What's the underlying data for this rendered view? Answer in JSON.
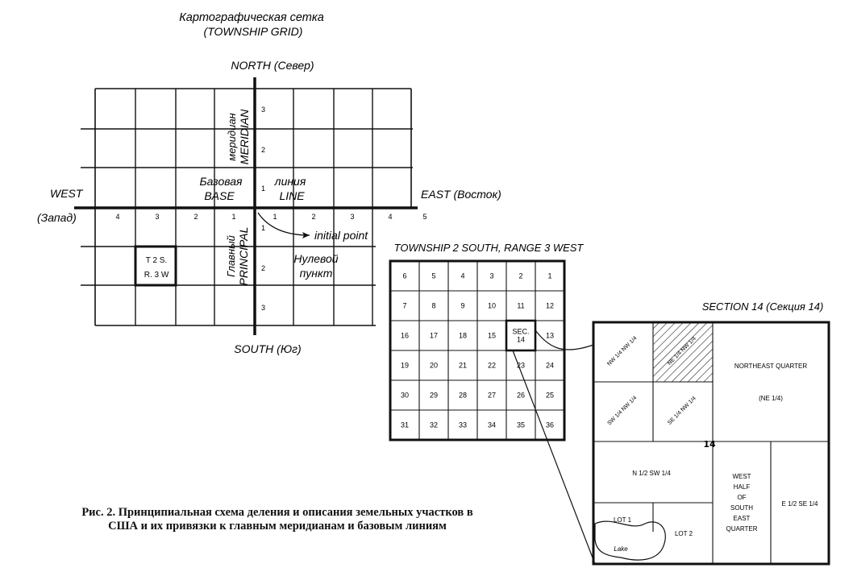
{
  "title": {
    "ru": "Картографическая сетка",
    "en": "(TOWNSHIP GRID)"
  },
  "directions": {
    "north": "NORTH (Север)",
    "south": "SOUTH (Юг)",
    "west": "WEST",
    "west_ru": "(Запад)",
    "east": "EAST (Восток)"
  },
  "meridian": {
    "ru": "меридиан",
    "en": "MERIDIAN",
    "ru2": "Главный",
    "en2": "PRINCIPAL"
  },
  "base_line": {
    "ru1": "Базовая",
    "en1": "BASE",
    "ru2": "линия",
    "en2": "LINE"
  },
  "initial_point": {
    "en": "initial point",
    "ru1": "Нулевой",
    "ru2": "пункт"
  },
  "township_tiers": {
    "north": [
      "3",
      "2",
      "1"
    ],
    "south": [
      "1",
      "2",
      "3"
    ]
  },
  "range_numbers": {
    "west": [
      "4",
      "3",
      "2",
      "1"
    ],
    "east": [
      "1",
      "2",
      "3",
      "4",
      "5"
    ]
  },
  "township_label": [
    "T 2 S.",
    "R. 3 W"
  ],
  "township_title": "TOWNSHIP 2 SOUTH, RANGE 3 WEST",
  "sections": [
    [
      "6",
      "5",
      "4",
      "3",
      "2",
      "1"
    ],
    [
      "7",
      "8",
      "9",
      "10",
      "11",
      "12"
    ],
    [
      "16",
      "17",
      "18",
      "15",
      "SEC.\n14",
      "13"
    ],
    [
      "19",
      "20",
      "21",
      "22",
      "23",
      "24"
    ],
    [
      "30",
      "29",
      "28",
      "27",
      "26",
      "25"
    ],
    [
      "31",
      "32",
      "33",
      "34",
      "35",
      "36"
    ]
  ],
  "section_title": "SECTION 14 (Секция 14)",
  "section14": {
    "nw_nw": "NW 1/4 NW 1/4",
    "ne_nw": "NE 1/4 NW 1/4",
    "sw_nw": "SW 1/4 NW 1/4",
    "se_nw": "SE 1/4 NW 1/4",
    "ne_quarter": "NORTHEAST QUARTER",
    "ne_quarter_sub": "(NE 1/4)",
    "center": "14",
    "n_half_sw": "N 1/2 SW 1/4",
    "west_half_se": [
      "WEST",
      "HALF",
      "OF",
      "SOUTH",
      "EAST",
      "QUARTER"
    ],
    "e_half_se": "E 1/2 SE 1/4",
    "lot1": "LOT 1",
    "lot2": "LOT 2",
    "lake": "Lake"
  },
  "caption": "Рис. 2. Принципиальная схема деления и описания земельных участков в США и их привязки к главным меридианам и базовым линиям"
}
